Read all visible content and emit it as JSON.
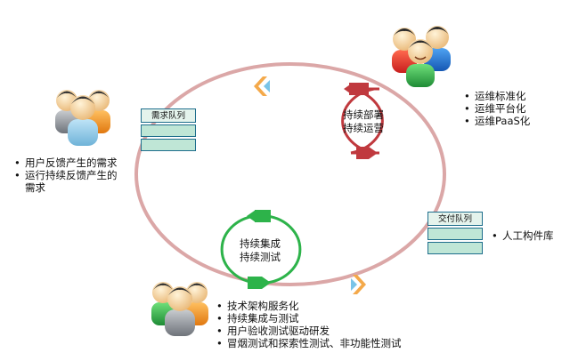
{
  "operations": {
    "loop_lines": [
      "持续部署",
      "持续运营"
    ],
    "bullets": [
      "运维标准化",
      "运维平台化",
      "运维PaaS化"
    ]
  },
  "integration": {
    "loop_lines": [
      "持续集成",
      "持续测试"
    ],
    "bullets": [
      "技术架构服务化",
      "持续集成与测试",
      "用户验收测试驱动研发",
      "冒烟测试和探索性测试、非功能性测试"
    ]
  },
  "demand_queue": {
    "label": "需求队列"
  },
  "delivery_queue": {
    "label": "交付队列"
  },
  "feedback": {
    "bullets": [
      "用户反馈产生的需求",
      "运行持续反馈产生的",
      "需求"
    ]
  },
  "artifact": {
    "bullets": [
      "人工构件库"
    ]
  },
  "colors": {
    "main_cycle": "#dba7a7",
    "deploy_loop": "#c0393e",
    "integration_loop": "#2db34a",
    "chevron": "#f4a94a",
    "queue_border": "#1e6e8c",
    "queue_fill": "#bfe6d6"
  },
  "icons": [
    "team-icon",
    "team-icon",
    "team-icon"
  ]
}
